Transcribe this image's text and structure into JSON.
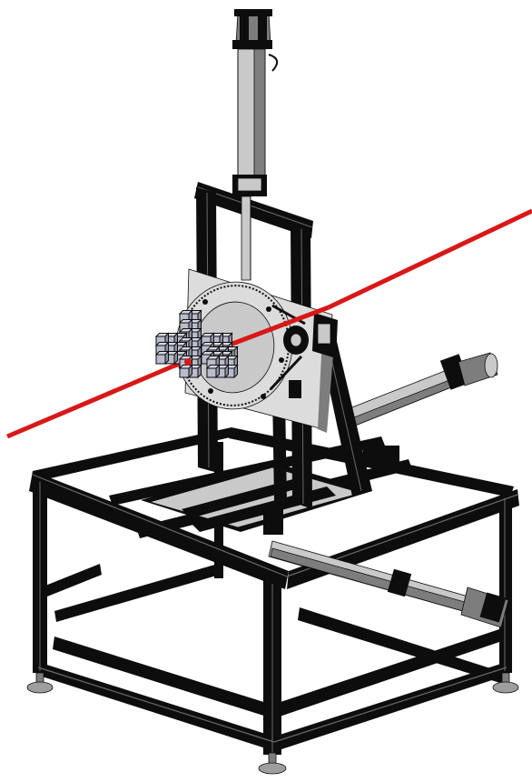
{
  "scene": {
    "background": "#ffffff",
    "colors": {
      "frame": "#0d0d0d",
      "frame_edge": "#6a6a6a",
      "steel": "#c9c9c9",
      "steel_dark": "#7d7d7d",
      "plate": "#dcdcdc",
      "detector": "#b8bccb",
      "beam": "#d81818",
      "feet": "#9e9e9e"
    },
    "components": [
      "base-frame",
      "tower-frame",
      "vertical-linear-actuator",
      "rotation-stage",
      "detector-array",
      "beam-line",
      "horizontal-actuator-upper",
      "horizontal-actuator-lower",
      "leveling-feet"
    ]
  }
}
